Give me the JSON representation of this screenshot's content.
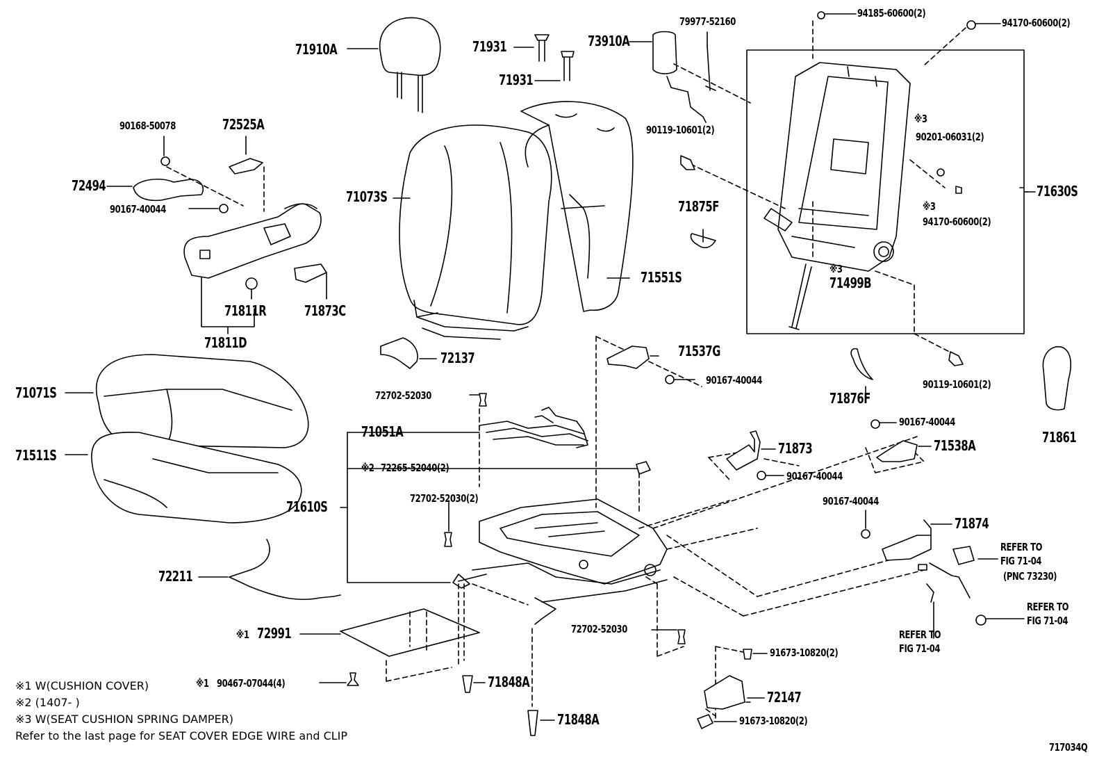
{
  "diagram": {
    "code": "717034Q",
    "parts": {
      "p71910A": "71910A",
      "p71931a": "71931",
      "p71931b": "71931",
      "p73910A": "73910A",
      "p79977": "79977-52160",
      "p94185": "94185-60600(2)",
      "p94170top": "94170-60600(2)",
      "p90168": "90168-50078",
      "p72525A": "72525A",
      "p72494": "72494",
      "p90167a": "90167-40044",
      "p71811R": "71811R",
      "p71873C": "71873C",
      "p71811D": "71811D",
      "p71073S": "71073S",
      "p71551S": "71551S",
      "p90119a": "90119-10601(2)",
      "p71875F": "71875F",
      "p90201": "90201-06031(2)",
      "p94170mid": "94170-60600(2)",
      "p71630S": "71630S",
      "p71499B": "71499B",
      "p72137": "72137",
      "p71537G": "71537G",
      "p90167b": "90167-40044",
      "p90119b": "90119-10601(2)",
      "p71876F": "71876F",
      "p71861": "71861",
      "p71071S": "71071S",
      "p72702a": "72702-52030",
      "p71051A": "71051A",
      "p72265": "72265-52040(2)",
      "p71511S": "71511S",
      "p71610S": "71610S",
      "p72702b": "72702-52030(2)",
      "p71873": "71873",
      "p90167c": "90167-40044",
      "p90167d": "90167-40044",
      "p71538A": "71538A",
      "p90167e": "90167-40044",
      "p71874": "71874",
      "p72211": "72211",
      "p72991": "72991",
      "p72702c": "72702-52030",
      "p91673a": "91673-10820(2)",
      "p90467": "90467-07044(4)",
      "p71848Aa": "71848A",
      "p72147": "72147",
      "p91673b": "91673-10820(2)",
      "p71848Ab": "71848A"
    },
    "marks": {
      "m1": "※1",
      "m2": "※2",
      "m3": "※3"
    },
    "refers": {
      "r1a": "REFER TO",
      "r1b": "FIG 71-04",
      "r1c": "(PNC 73230)",
      "r2a": "REFER TO",
      "r2b": "FIG 71-04",
      "r3a": "REFER TO",
      "r3b": "FIG 71-04"
    },
    "notes": {
      "n1": "※1 W(CUSHION COVER)",
      "n2": "※2 (1407-        )",
      "n3": "※3 W(SEAT CUSHION SPRING DAMPER)",
      "n4": "Refer to the last page for SEAT COVER EDGE WIRE and CLIP"
    }
  }
}
